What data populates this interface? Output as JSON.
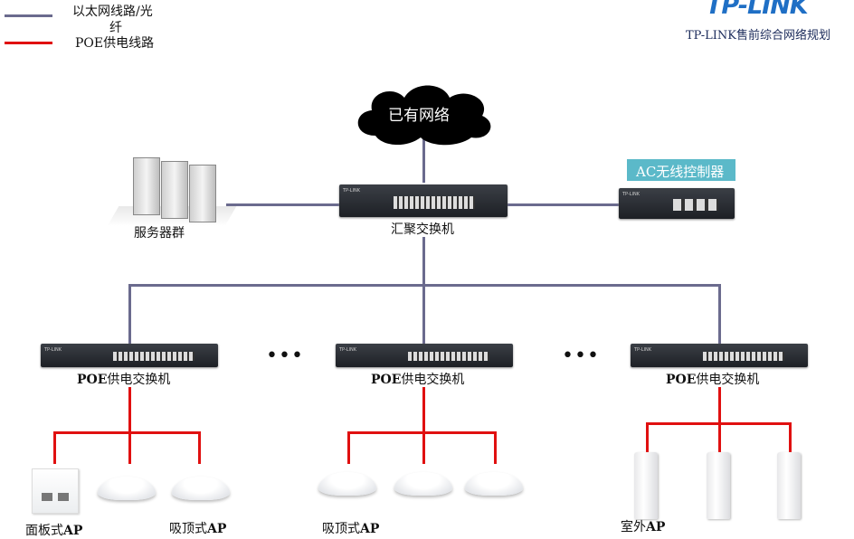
{
  "legend": {
    "ethernet_label_line1": "以太网线路/光",
    "ethernet_label_line2": "纤",
    "poe_label": "POE供电线路",
    "ethernet_color": "#6b6b8e",
    "poe_color": "#e01010"
  },
  "brand": {
    "logo": "TP-LINK",
    "subtitle": "TP-LINK售前综合网络规划",
    "color": "#1f6fc5"
  },
  "network": {
    "cloud": "已有网络",
    "core_switch": "汇聚交换机",
    "servers": "服务器群",
    "ac_controller": "AC无线控制器",
    "ac_color": "#5bb9c9"
  },
  "access": {
    "switch_label_prefix": "POE",
    "switch_label": "供电交换机",
    "ellipsis": "•••"
  },
  "aps": {
    "panel": "面板式",
    "ceiling": "吸顶式",
    "outdoor": "室外",
    "suffix": "AP"
  }
}
